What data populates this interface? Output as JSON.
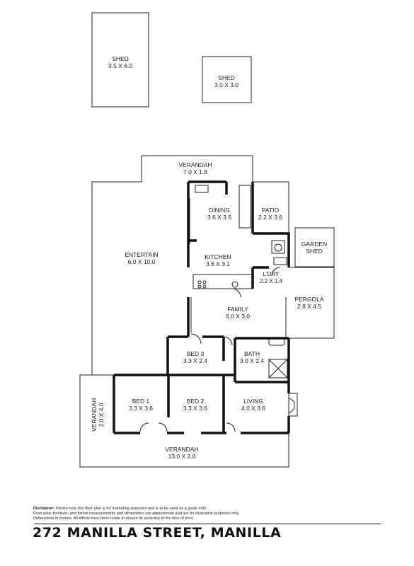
{
  "rooms": {
    "shed1": {
      "name": "SHED",
      "dims": "3.5 X 6.0"
    },
    "shed2": {
      "name": "SHED",
      "dims": "3.0 X 3.0"
    },
    "verandah_top": {
      "name": "VERANDAH",
      "dims": "7.0 X 1.8"
    },
    "entertain": {
      "name": "ENTERTAIN",
      "dims": "6.0 X 10.0"
    },
    "dining": {
      "name": "DINING",
      "dims": "3.6 X 3.5"
    },
    "patio": {
      "name": "PATIO",
      "dims": "2.2 X 3.6"
    },
    "garden_shed": {
      "name_line1": "GARDEN",
      "name_line2": "SHED"
    },
    "kitchen": {
      "name": "KITCHEN",
      "dims": "3.6 X 3.1"
    },
    "laundry": {
      "name": "L'DRY",
      "dims": "2.2 X 1.4"
    },
    "pergola": {
      "name": "PERGOLA",
      "dims": "2.8 X 4.5"
    },
    "family": {
      "name": "FAMILY",
      "dims": "6.0 X 3.0"
    },
    "bed3": {
      "name": "BED 3",
      "dims": "3.3 X 2.4"
    },
    "bath": {
      "name": "BATH",
      "dims": "3.0 X 2.4"
    },
    "verandah_left": {
      "name": "VERANDAH",
      "dims": "2.0 X 4.0"
    },
    "bed1": {
      "name": "BED 1",
      "dims": "3.3 X 3.6"
    },
    "bed2": {
      "name": "BED 2",
      "dims": "3.3 X 3.6"
    },
    "living": {
      "name": "LIVING",
      "dims": "4.0 X 3.6"
    },
    "verandah_bottom": {
      "name": "VERANDAH",
      "dims": "13.0 X 2.0"
    }
  },
  "disclaimer": {
    "label": "Disclaimer:",
    "line1": "Please note this floor plan is for marketing purposes and is to be used as a guide only.",
    "line2": "Floor plan, furniture, and fixture measurements and dimensions are approximate and are for illustrative purposes only.",
    "line3": "Dimensions in metres. All efforts have been made to ensure its accuracy at the time of print."
  },
  "address": "272 MANILLA STREET, MANILLA"
}
